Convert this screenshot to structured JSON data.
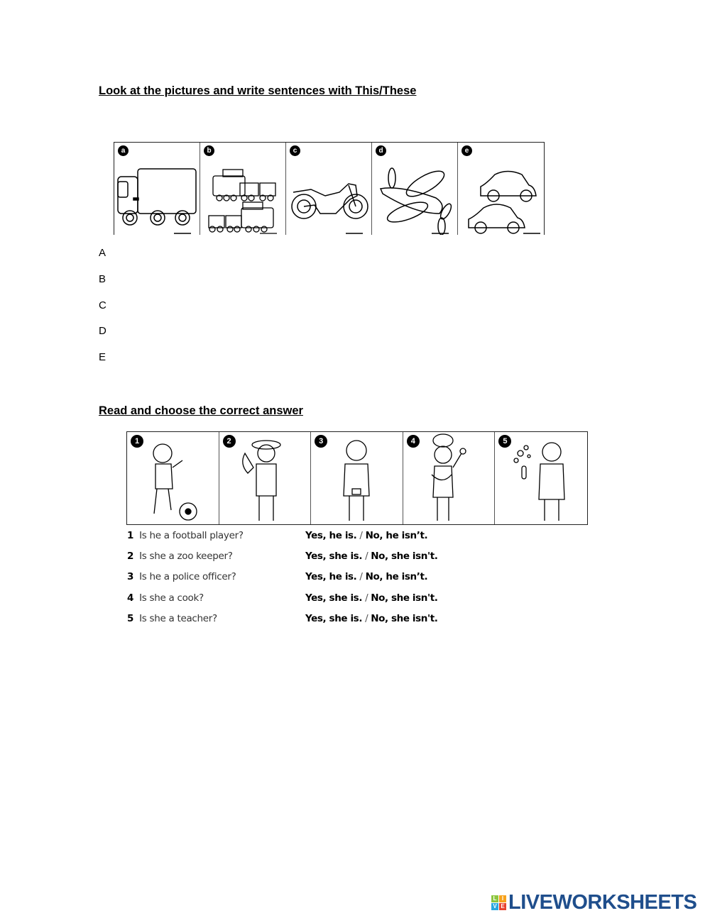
{
  "section1": {
    "title": "Look at the pictures and write sentences with This/These",
    "panels": [
      "a",
      "b",
      "c",
      "d",
      "e"
    ],
    "answer_lines": [
      "A",
      "B",
      "C",
      "D",
      "E"
    ]
  },
  "section2": {
    "title": "Read and choose the correct answer",
    "panels": [
      "1",
      "2",
      "3",
      "4",
      "5"
    ],
    "questions": [
      {
        "num": "1",
        "text": "Is he a football player?",
        "yes": "Yes, he is.",
        "sep": "/",
        "no": "No, he isn’t."
      },
      {
        "num": "2",
        "text": "Is she a zoo keeper?",
        "yes": "Yes, she is.",
        "sep": "/",
        "no": "No, she isn't."
      },
      {
        "num": "3",
        "text": "Is he a police officer?",
        "yes": "Yes, he is.",
        "sep": "/",
        "no": "No, he isn’t."
      },
      {
        "num": "4",
        "text": "Is she a cook?",
        "yes": "Yes, she is.",
        "sep": "/",
        "no": "No, she isn't."
      },
      {
        "num": "5",
        "text": "Is she a teacher?",
        "yes": "Yes, she is.",
        "sep": "/",
        "no": "No, she isn't."
      }
    ]
  },
  "logo": {
    "tiles": [
      "L",
      "I",
      "V",
      "E"
    ],
    "tile_colors": [
      "#8cc63f",
      "#f7a21b",
      "#29a8e0",
      "#e8412c"
    ],
    "text": "LIVEWORKSHEETS",
    "color": "#1f4e8c"
  }
}
